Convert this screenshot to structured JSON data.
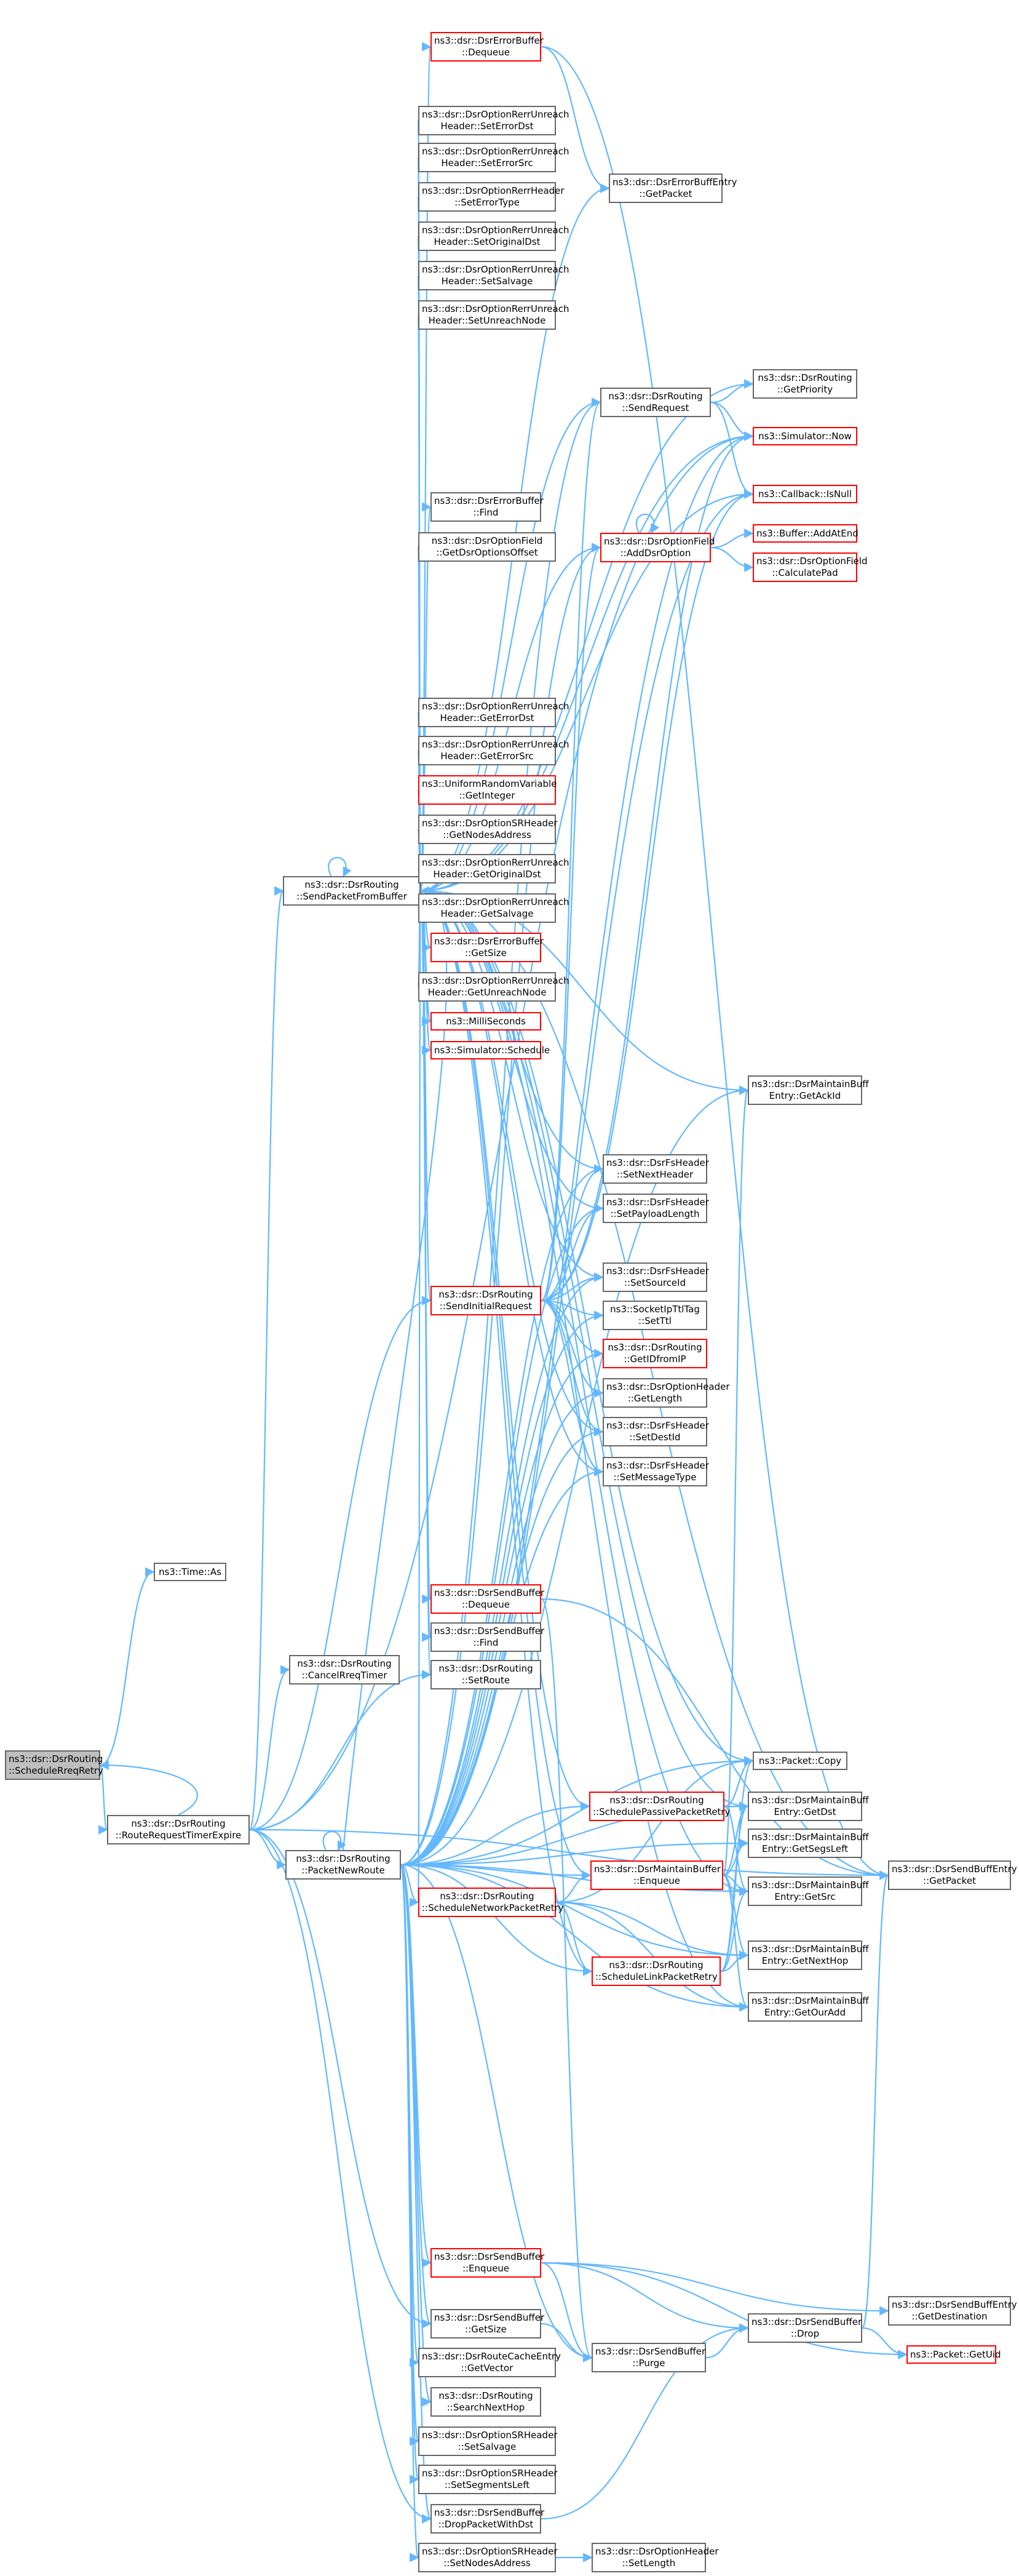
{
  "diagram": {
    "nodes": [
      {
        "id": "root",
        "lines": [
          "ns3::dsr::DsrRouting",
          "::ScheduleRreqRetry"
        ],
        "style": "grey"
      },
      {
        "id": "timeas",
        "lines": [
          "ns3::Time::As"
        ],
        "style": "normal"
      },
      {
        "id": "rrte",
        "lines": [
          "ns3::dsr::DsrRouting",
          "::RouteRequestTimerExpire"
        ],
        "style": "normal"
      },
      {
        "id": "spfb",
        "lines": [
          "ns3::dsr::DsrRouting",
          "::SendPacketFromBuffer"
        ],
        "style": "normal"
      },
      {
        "id": "pnr",
        "lines": [
          "ns3::dsr::DsrRouting",
          "::PacketNewRoute"
        ],
        "style": "normal"
      },
      {
        "id": "ceb_deq",
        "lines": [
          "ns3::dsr::DsrErrorBuffer",
          "::Dequeue"
        ],
        "style": "red"
      },
      {
        "id": "seterrdst",
        "lines": [
          "ns3::dsr::DsrOptionRerrUnreach",
          "Header::SetErrorDst"
        ],
        "style": "normal"
      },
      {
        "id": "seterrsrc",
        "lines": [
          "ns3::dsr::DsrOptionRerrUnreach",
          "Header::SetErrorSrc"
        ],
        "style": "normal"
      },
      {
        "id": "seterrtype",
        "lines": [
          "ns3::dsr::DsrOptionRerrHeader",
          "::SetErrorType"
        ],
        "style": "normal"
      },
      {
        "id": "setorigdst",
        "lines": [
          "ns3::dsr::DsrOptionRerrUnreach",
          "Header::SetOriginalDst"
        ],
        "style": "normal"
      },
      {
        "id": "setsalvage",
        "lines": [
          "ns3::dsr::DsrOptionRerrUnreach",
          "Header::SetSalvage"
        ],
        "style": "normal"
      },
      {
        "id": "setunreach",
        "lines": [
          "ns3::dsr::DsrOptionRerrUnreach",
          "Header::SetUnreachNode"
        ],
        "style": "normal"
      },
      {
        "id": "ebe_getpkt",
        "lines": [
          "ns3::dsr::DsrErrorBuffEntry",
          "::GetPacket"
        ],
        "style": "normal"
      },
      {
        "id": "sendreq",
        "lines": [
          "ns3::dsr::DsrRouting",
          "::SendRequest"
        ],
        "style": "normal"
      },
      {
        "id": "getprio",
        "lines": [
          "ns3::dsr::DsrRouting",
          "::GetPriority"
        ],
        "style": "normal"
      },
      {
        "id": "simnow",
        "lines": [
          "ns3::Simulator::Now"
        ],
        "style": "red"
      },
      {
        "id": "cbisnull",
        "lines": [
          "ns3::Callback::IsNull"
        ],
        "style": "red"
      },
      {
        "id": "eb_find",
        "lines": [
          "ns3::dsr::DsrErrorBuffer",
          "::Find"
        ],
        "style": "normal"
      },
      {
        "id": "getoptoff",
        "lines": [
          "ns3::dsr::DsrOptionField",
          "::GetDsrOptionsOffset"
        ],
        "style": "normal"
      },
      {
        "id": "adddsropt",
        "lines": [
          "ns3::dsr::DsrOptionField",
          "::AddDsrOption"
        ],
        "style": "red"
      },
      {
        "id": "bufaddatend",
        "lines": [
          "ns3::Buffer::AddAtEnd"
        ],
        "style": "red"
      },
      {
        "id": "calcpad",
        "lines": [
          "ns3::dsr::DsrOptionField",
          "::CalculatePad"
        ],
        "style": "red"
      },
      {
        "id": "geterrdst",
        "lines": [
          "ns3::dsr::DsrOptionRerrUnreach",
          "Header::GetErrorDst"
        ],
        "style": "normal"
      },
      {
        "id": "geterrsrc",
        "lines": [
          "ns3::dsr::DsrOptionRerrUnreach",
          "Header::GetErrorSrc"
        ],
        "style": "normal"
      },
      {
        "id": "urvgetint",
        "lines": [
          "ns3::UniformRandomVariable",
          "::GetInteger"
        ],
        "style": "red"
      },
      {
        "id": "srgetnodes",
        "lines": [
          "ns3::dsr::DsrOptionSRHeader",
          "::GetNodesAddress"
        ],
        "style": "normal"
      },
      {
        "id": "getorigdst",
        "lines": [
          "ns3::dsr::DsrOptionRerrUnreach",
          "Header::GetOriginalDst"
        ],
        "style": "normal"
      },
      {
        "id": "getsalvage",
        "lines": [
          "ns3::dsr::DsrOptionRerrUnreach",
          "Header::GetSalvage"
        ],
        "style": "normal"
      },
      {
        "id": "eb_getsize",
        "lines": [
          "ns3::dsr::DsrErrorBuffer",
          "::GetSize"
        ],
        "style": "red"
      },
      {
        "id": "getunreach",
        "lines": [
          "ns3::dsr::DsrOptionRerrUnreach",
          "Header::GetUnreachNode"
        ],
        "style": "normal"
      },
      {
        "id": "millisec",
        "lines": [
          "ns3::MilliSeconds"
        ],
        "style": "red"
      },
      {
        "id": "simsched",
        "lines": [
          "ns3::Simulator::Schedule"
        ],
        "style": "red"
      },
      {
        "id": "mbe_getackid",
        "lines": [
          "ns3::dsr::DsrMaintainBuff",
          "Entry::GetAckId"
        ],
        "style": "normal"
      },
      {
        "id": "fs_setnext",
        "lines": [
          "ns3::dsr::DsrFsHeader",
          "::SetNextHeader"
        ],
        "style": "normal"
      },
      {
        "id": "fs_setpl",
        "lines": [
          "ns3::dsr::DsrFsHeader",
          "::SetPayloadLength"
        ],
        "style": "normal"
      },
      {
        "id": "fs_setsrc",
        "lines": [
          "ns3::dsr::DsrFsHeader",
          "::SetSourceId"
        ],
        "style": "normal"
      },
      {
        "id": "sendinitreq",
        "lines": [
          "ns3::dsr::DsrRouting",
          "::SendInitialRequest"
        ],
        "style": "red"
      },
      {
        "id": "sockttl",
        "lines": [
          "ns3::SocketIpTtlTag",
          "::SetTtl"
        ],
        "style": "normal"
      },
      {
        "id": "getidfromip",
        "lines": [
          "ns3::dsr::DsrRouting",
          "::GetIDfromIP"
        ],
        "style": "red"
      },
      {
        "id": "opt_getlen",
        "lines": [
          "ns3::dsr::DsrOptionHeader",
          "::GetLength"
        ],
        "style": "normal"
      },
      {
        "id": "fs_setdst",
        "lines": [
          "ns3::dsr::DsrFsHeader",
          "::SetDestId"
        ],
        "style": "normal"
      },
      {
        "id": "fs_setmsg",
        "lines": [
          "ns3::dsr::DsrFsHeader",
          "::SetMessageType"
        ],
        "style": "normal"
      },
      {
        "id": "sb_deq",
        "lines": [
          "ns3::dsr::DsrSendBuffer",
          "::Dequeue"
        ],
        "style": "red"
      },
      {
        "id": "sb_find",
        "lines": [
          "ns3::dsr::DsrSendBuffer",
          "::Find"
        ],
        "style": "normal"
      },
      {
        "id": "cancelrreq",
        "lines": [
          "ns3::dsr::DsrRouting",
          "::CancelRreqTimer"
        ],
        "style": "normal"
      },
      {
        "id": "setroute",
        "lines": [
          "ns3::dsr::DsrRouting",
          "::SetRoute"
        ],
        "style": "normal"
      },
      {
        "id": "pktcopy",
        "lines": [
          "ns3::Packet::Copy"
        ],
        "style": "normal"
      },
      {
        "id": "schedpassive",
        "lines": [
          "ns3::dsr::DsrRouting",
          "::SchedulePassivePacketRetry"
        ],
        "style": "red"
      },
      {
        "id": "mbe_getdst",
        "lines": [
          "ns3::dsr::DsrMaintainBuff",
          "Entry::GetDst"
        ],
        "style": "normal"
      },
      {
        "id": "mbe_getsegs",
        "lines": [
          "ns3::dsr::DsrMaintainBuff",
          "Entry::GetSegsLeft"
        ],
        "style": "normal"
      },
      {
        "id": "mb_enq",
        "lines": [
          "ns3::dsr::DsrMaintainBuffer",
          "::Enqueue"
        ],
        "style": "red"
      },
      {
        "id": "mbe_getsrc",
        "lines": [
          "ns3::dsr::DsrMaintainBuff",
          "Entry::GetSrc"
        ],
        "style": "normal"
      },
      {
        "id": "schednetwork",
        "lines": [
          "ns3::dsr::DsrRouting",
          "::ScheduleNetworkPacketRetry"
        ],
        "style": "red"
      },
      {
        "id": "sbe_getpkt",
        "lines": [
          "ns3::dsr::DsrSendBuffEntry",
          "::GetPacket"
        ],
        "style": "normal"
      },
      {
        "id": "mbe_getnext",
        "lines": [
          "ns3::dsr::DsrMaintainBuff",
          "Entry::GetNextHop"
        ],
        "style": "normal"
      },
      {
        "id": "schedlink",
        "lines": [
          "ns3::dsr::DsrRouting",
          "::ScheduleLinkPacketRetry"
        ],
        "style": "red"
      },
      {
        "id": "mbe_getour",
        "lines": [
          "ns3::dsr::DsrMaintainBuff",
          "Entry::GetOurAdd"
        ],
        "style": "normal"
      },
      {
        "id": "sb_enq",
        "lines": [
          "ns3::dsr::DsrSendBuffer",
          "::Enqueue"
        ],
        "style": "red"
      },
      {
        "id": "sbe_getdest",
        "lines": [
          "ns3::dsr::DsrSendBuffEntry",
          "::GetDestination"
        ],
        "style": "normal"
      },
      {
        "id": "sb_getsize",
        "lines": [
          "ns3::dsr::DsrSendBuffer",
          "::GetSize"
        ],
        "style": "normal"
      },
      {
        "id": "sb_drop",
        "lines": [
          "ns3::dsr::DsrSendBuffer",
          "::Drop"
        ],
        "style": "normal"
      },
      {
        "id": "pktgetuid",
        "lines": [
          "ns3::Packet::GetUid"
        ],
        "style": "red"
      },
      {
        "id": "sb_purge",
        "lines": [
          "ns3::dsr::DsrSendBuffer",
          "::Purge"
        ],
        "style": "normal"
      },
      {
        "id": "rce_getvec",
        "lines": [
          "ns3::dsr::DsrRouteCacheEntry",
          "::GetVector"
        ],
        "style": "normal"
      },
      {
        "id": "searchnext",
        "lines": [
          "ns3::dsr::DsrRouting",
          "::SearchNextHop"
        ],
        "style": "normal"
      },
      {
        "id": "sr_setsalv",
        "lines": [
          "ns3::dsr::DsrOptionSRHeader",
          "::SetSalvage"
        ],
        "style": "normal"
      },
      {
        "id": "sr_setsegs",
        "lines": [
          "ns3::dsr::DsrOptionSRHeader",
          "::SetSegmentsLeft"
        ],
        "style": "normal"
      },
      {
        "id": "sb_dropdst",
        "lines": [
          "ns3::dsr::DsrSendBuffer",
          "::DropPacketWithDst"
        ],
        "style": "normal"
      },
      {
        "id": "sr_setnodes",
        "lines": [
          "ns3::dsr::DsrOptionSRHeader",
          "::SetNodesAddress"
        ],
        "style": "normal"
      },
      {
        "id": "opt_setlen",
        "lines": [
          "ns3::dsr::DsrOptionHeader",
          "::SetLength"
        ],
        "style": "normal"
      }
    ],
    "edges": [
      [
        "root",
        "timeas"
      ],
      [
        "root",
        "rrte"
      ],
      [
        "rrte",
        "root"
      ],
      [
        "rrte",
        "spfb"
      ],
      [
        "rrte",
        "pnr"
      ],
      [
        "rrte",
        "cancelrreq"
      ],
      [
        "rrte",
        "setroute"
      ],
      [
        "rrte",
        "sendinitreq"
      ],
      [
        "rrte",
        "sb_getsize"
      ],
      [
        "rrte",
        "sb_dropdst"
      ],
      [
        "rrte",
        "simnow"
      ],
      [
        "rrte",
        "sbe_getpkt"
      ],
      [
        "spfb",
        "spfb"
      ],
      [
        "spfb",
        "ceb_deq"
      ],
      [
        "spfb",
        "seterrdst"
      ],
      [
        "spfb",
        "seterrsrc"
      ],
      [
        "spfb",
        "seterrtype"
      ],
      [
        "spfb",
        "setorigdst"
      ],
      [
        "spfb",
        "setsalvage"
      ],
      [
        "spfb",
        "setunreach"
      ],
      [
        "spfb",
        "ebe_getpkt"
      ],
      [
        "spfb",
        "sendreq"
      ],
      [
        "spfb",
        "simnow"
      ],
      [
        "spfb",
        "cbisnull"
      ],
      [
        "spfb",
        "eb_find"
      ],
      [
        "spfb",
        "getoptoff"
      ],
      [
        "spfb",
        "adddsropt"
      ],
      [
        "spfb",
        "geterrdst"
      ],
      [
        "spfb",
        "geterrsrc"
      ],
      [
        "spfb",
        "urvgetint"
      ],
      [
        "spfb",
        "srgetnodes"
      ],
      [
        "spfb",
        "getorigdst"
      ],
      [
        "spfb",
        "getsalvage"
      ],
      [
        "spfb",
        "eb_getsize"
      ],
      [
        "spfb",
        "getunreach"
      ],
      [
        "spfb",
        "millisec"
      ],
      [
        "spfb",
        "simsched"
      ],
      [
        "spfb",
        "mbe_getackid"
      ],
      [
        "spfb",
        "fs_setnext"
      ],
      [
        "spfb",
        "fs_setpl"
      ],
      [
        "spfb",
        "fs_setsrc"
      ],
      [
        "spfb",
        "sendinitreq"
      ],
      [
        "spfb",
        "fs_setdst"
      ],
      [
        "spfb",
        "fs_setmsg"
      ],
      [
        "spfb",
        "sb_deq"
      ],
      [
        "spfb",
        "sb_find"
      ],
      [
        "spfb",
        "setroute"
      ],
      [
        "spfb",
        "pktcopy"
      ],
      [
        "spfb",
        "schedpassive"
      ],
      [
        "spfb",
        "mbe_getdst"
      ],
      [
        "spfb",
        "mb_enq"
      ],
      [
        "spfb",
        "mbe_getsrc"
      ],
      [
        "spfb",
        "schednetwork"
      ],
      [
        "spfb",
        "schedlink"
      ],
      [
        "spfb",
        "mbe_getour"
      ],
      [
        "spfb",
        "sbe_getpkt"
      ],
      [
        "spfb",
        "getprio"
      ],
      [
        "pnr",
        "pnr"
      ],
      [
        "pnr",
        "spfb"
      ],
      [
        "pnr",
        "sendreq"
      ],
      [
        "pnr",
        "adddsropt"
      ],
      [
        "pnr",
        "simnow"
      ],
      [
        "pnr",
        "cbisnull"
      ],
      [
        "pnr",
        "mbe_getackid"
      ],
      [
        "pnr",
        "fs_setnext"
      ],
      [
        "pnr",
        "fs_setpl"
      ],
      [
        "pnr",
        "fs_setsrc"
      ],
      [
        "pnr",
        "sockttl"
      ],
      [
        "pnr",
        "getidfromip"
      ],
      [
        "pnr",
        "opt_getlen"
      ],
      [
        "pnr",
        "fs_setdst"
      ],
      [
        "pnr",
        "fs_setmsg"
      ],
      [
        "pnr",
        "pktcopy"
      ],
      [
        "pnr",
        "schedpassive"
      ],
      [
        "pnr",
        "mbe_getdst"
      ],
      [
        "pnr",
        "mbe_getsegs"
      ],
      [
        "pnr",
        "mb_enq"
      ],
      [
        "pnr",
        "mbe_getsrc"
      ],
      [
        "pnr",
        "schednetwork"
      ],
      [
        "pnr",
        "mbe_getnext"
      ],
      [
        "pnr",
        "schedlink"
      ],
      [
        "pnr",
        "mbe_getour"
      ],
      [
        "pnr",
        "sb_enq"
      ],
      [
        "pnr",
        "sb_getsize"
      ],
      [
        "pnr",
        "rce_getvec"
      ],
      [
        "pnr",
        "searchnext"
      ],
      [
        "pnr",
        "sr_setsalv"
      ],
      [
        "pnr",
        "sr_setsegs"
      ],
      [
        "pnr",
        "sb_dropdst"
      ],
      [
        "pnr",
        "sr_setnodes"
      ],
      [
        "pnr",
        "sb_purge"
      ],
      [
        "ceb_deq",
        "ebe_getpkt"
      ],
      [
        "ceb_deq",
        "sbe_getpkt"
      ],
      [
        "sendreq",
        "getprio"
      ],
      [
        "sendreq",
        "simnow"
      ],
      [
        "sendreq",
        "cbisnull"
      ],
      [
        "adddsropt",
        "adddsropt"
      ],
      [
        "adddsropt",
        "bufaddatend"
      ],
      [
        "adddsropt",
        "calcpad"
      ],
      [
        "sendinitreq",
        "sendreq"
      ],
      [
        "sendinitreq",
        "adddsropt"
      ],
      [
        "sendinitreq",
        "fs_setnext"
      ],
      [
        "sendinitreq",
        "fs_setpl"
      ],
      [
        "sendinitreq",
        "fs_setsrc"
      ],
      [
        "sendinitreq",
        "sockttl"
      ],
      [
        "sendinitreq",
        "getidfromip"
      ],
      [
        "sendinitreq",
        "opt_getlen"
      ],
      [
        "sendinitreq",
        "fs_setdst"
      ],
      [
        "sendinitreq",
        "fs_setmsg"
      ],
      [
        "sendinitreq",
        "simnow"
      ],
      [
        "sendinitreq",
        "cbisnull"
      ],
      [
        "sb_deq",
        "sbe_getpkt"
      ],
      [
        "sb_deq",
        "sb_purge"
      ],
      [
        "schedpassive",
        "pktcopy"
      ],
      [
        "schedpassive",
        "mbe_getdst"
      ],
      [
        "schedpassive",
        "mbe_getsrc"
      ],
      [
        "mb_enq",
        "mbe_getackid"
      ],
      [
        "mb_enq",
        "mbe_getdst"
      ],
      [
        "mb_enq",
        "mbe_getsegs"
      ],
      [
        "mb_enq",
        "mbe_getsrc"
      ],
      [
        "mb_enq",
        "mbe_getnext"
      ],
      [
        "mb_enq",
        "mbe_getour"
      ],
      [
        "schednetwork",
        "pktcopy"
      ],
      [
        "schednetwork",
        "mb_enq"
      ],
      [
        "schednetwork",
        "mbe_getnext"
      ],
      [
        "schednetwork",
        "mbe_getour"
      ],
      [
        "schednetwork",
        "schedlink"
      ],
      [
        "schedlink",
        "pktcopy"
      ],
      [
        "schedlink",
        "mbe_getdst"
      ],
      [
        "schedlink",
        "mbe_getsrc"
      ],
      [
        "schedlink",
        "mbe_getnext"
      ],
      [
        "sb_enq",
        "sbe_getdest"
      ],
      [
        "sb_enq",
        "sb_drop"
      ],
      [
        "sb_enq",
        "pktgetuid"
      ],
      [
        "sb_enq",
        "sb_purge"
      ],
      [
        "sb_getsize",
        "sb_purge"
      ],
      [
        "sb_drop",
        "sbe_getpkt"
      ],
      [
        "sb_drop",
        "pktgetuid"
      ],
      [
        "sb_purge",
        "sb_drop"
      ],
      [
        "sb_dropdst",
        "sb_drop"
      ],
      [
        "sr_setnodes",
        "opt_setlen"
      ]
    ]
  }
}
